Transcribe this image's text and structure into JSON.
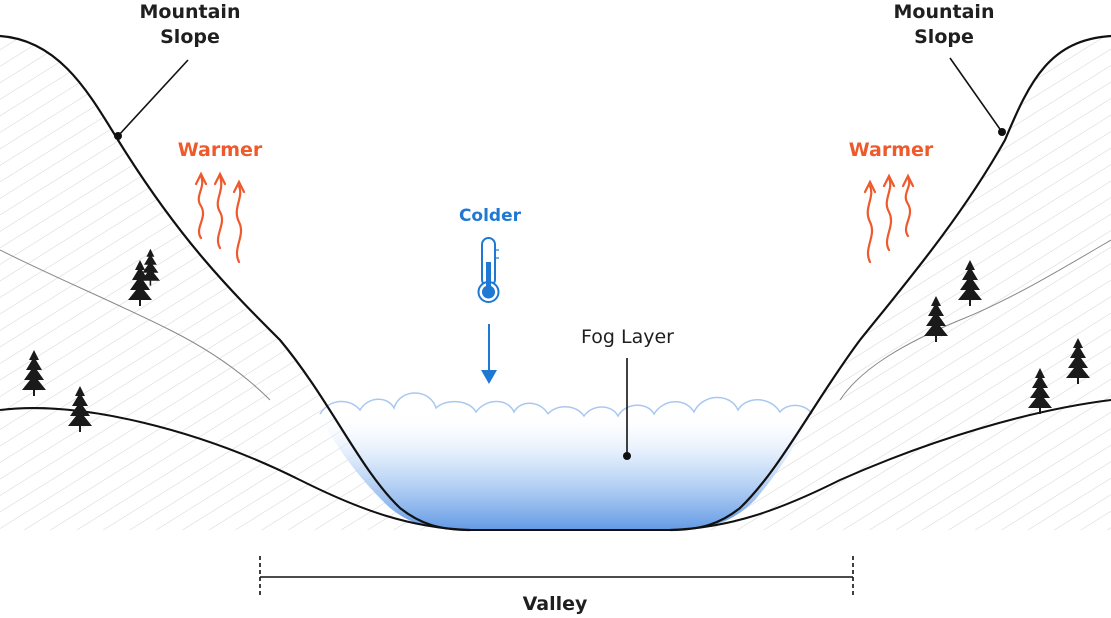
{
  "labels": {
    "mountain_left": "Mountain\nSlope",
    "mountain_right": "Mountain\nSlope",
    "warmer_left": "Warmer",
    "warmer_right": "Warmer",
    "colder": "Colder",
    "fog_layer": "Fog Layer",
    "valley": "Valley"
  },
  "colors": {
    "warm": "#ef5a2c",
    "cold": "#1f78d1",
    "fog": "#4f8ee0",
    "line": "#111111"
  },
  "icons": [
    "thermometer-icon",
    "tree-icon",
    "heat-wave-icon",
    "down-arrow-icon"
  ]
}
